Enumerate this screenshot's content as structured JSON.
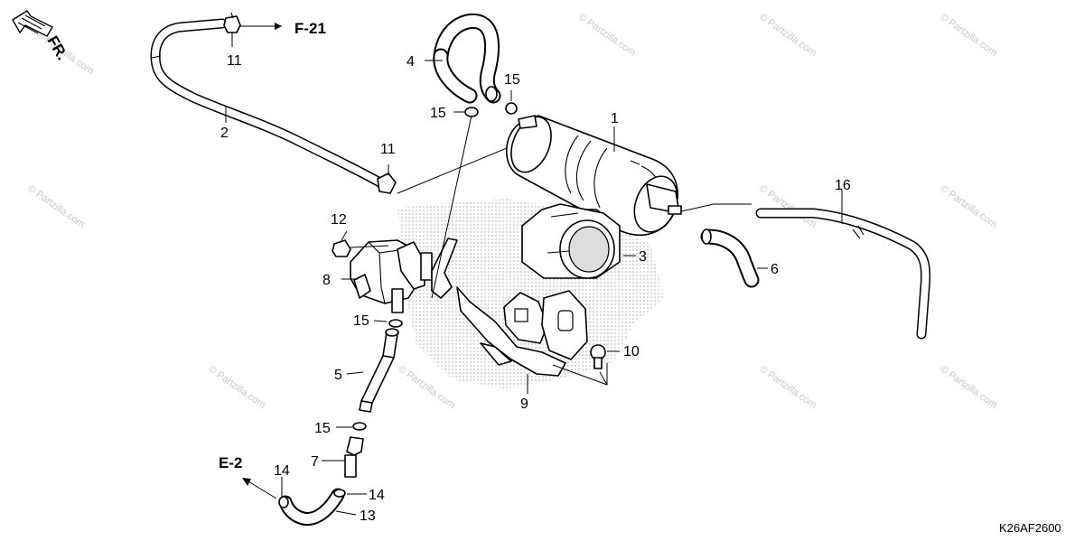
{
  "diagram": {
    "direction_label": "FR.",
    "references": {
      "f21": "F-21",
      "e2": "E-2"
    },
    "part_code": "K26AF2600",
    "watermark": "© Partzilla.com",
    "callouts": {
      "c1": "1",
      "c2": "2",
      "c3": "3",
      "c4": "4",
      "c5": "5",
      "c6": "6",
      "c7": "7",
      "c8": "8",
      "c9": "9",
      "c10": "10",
      "c11a": "11",
      "c11b": "11",
      "c12": "12",
      "c13": "13",
      "c14a": "14",
      "c14b": "14",
      "c15a": "15",
      "c15b": "15",
      "c15c": "15",
      "c15d": "15",
      "c16": "16"
    }
  }
}
